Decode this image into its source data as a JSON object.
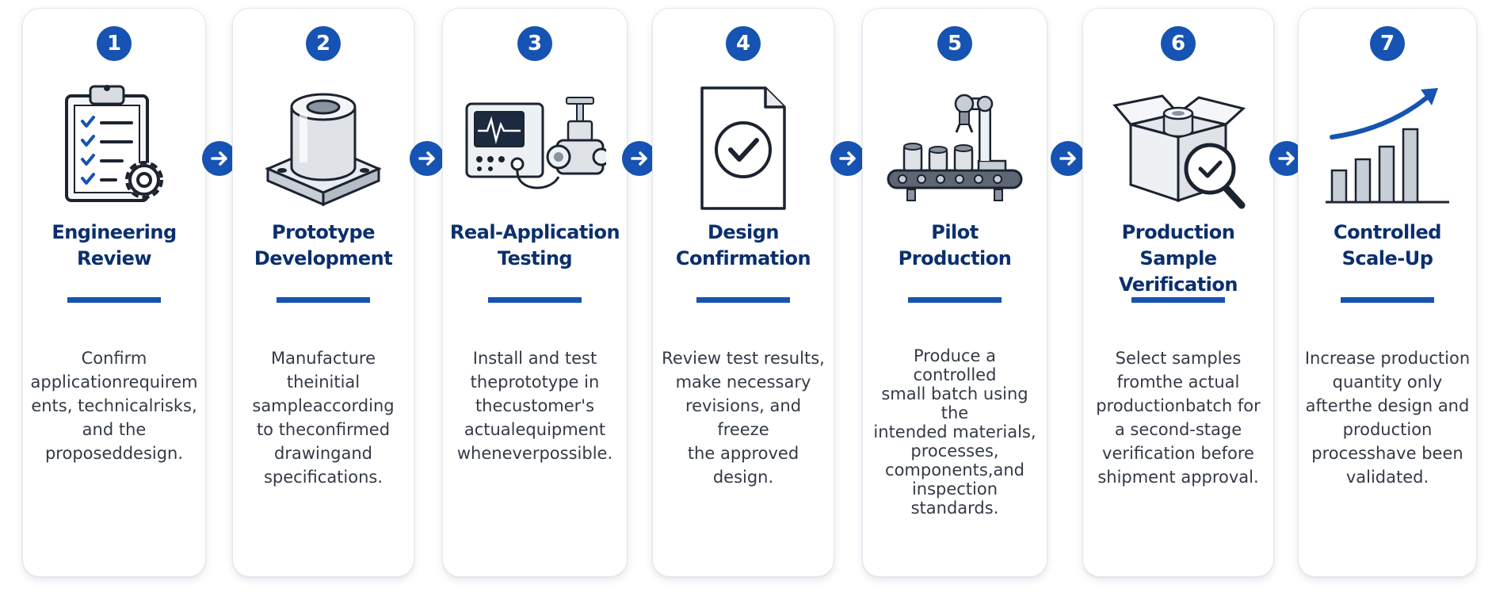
{
  "steps": [
    {
      "num": "1",
      "title": "Engineering\nReview",
      "desc": "Confirm\napplicationrequirem\nents, technicalrisks,\nand the\nproposeddesign.",
      "icon": "clipboard-gear-icon"
    },
    {
      "num": "2",
      "title": "Prototype\nDevelopment",
      "desc": "Manufacture\ntheinitial\nsampleaccording\nto theconfirmed\ndrawingand\nspecifications.",
      "icon": "machined-part-icon"
    },
    {
      "num": "3",
      "title": "Real-Application\nTesting",
      "desc": "Install and test\ntheprototype in\nthecustomer's\nactualequipment\nwheneverpossible.",
      "icon": "test-equipment-valve-icon"
    },
    {
      "num": "4",
      "title": "Design\nConfirmation",
      "desc": "Review test results,\nmake necessary\nrevisions, and freeze\nthe approved\ndesign.",
      "icon": "document-check-icon"
    },
    {
      "num": "5",
      "title": "Pilot\nProduction",
      "desc": "Produce a\ncontrolled\nsmall batch using\nthe\nintended materials,\nprocesses,\ncomponents,and\ninspection\nstandards.",
      "icon": "conveyor-robot-arm-icon"
    },
    {
      "num": "6",
      "title": "Production Sample\nVerification",
      "desc": "Select samples\nfromthe actual\nproductionbatch for\na second-stage\nverification before\nshipment approval.",
      "icon": "box-magnifier-icon"
    },
    {
      "num": "7",
      "title": "Controlled\nScale-Up",
      "desc": "Increase production\nquantity only\nafterthe design and\nproduction\nprocesshave been\nvalidated.",
      "icon": "growth-bar-chart-icon"
    }
  ],
  "arrow_icon": "arrow-right-icon",
  "colors": {
    "accent": "#1653b2",
    "title": "#0b2f6e",
    "text": "#333a45",
    "border": "#e4e7ec"
  }
}
